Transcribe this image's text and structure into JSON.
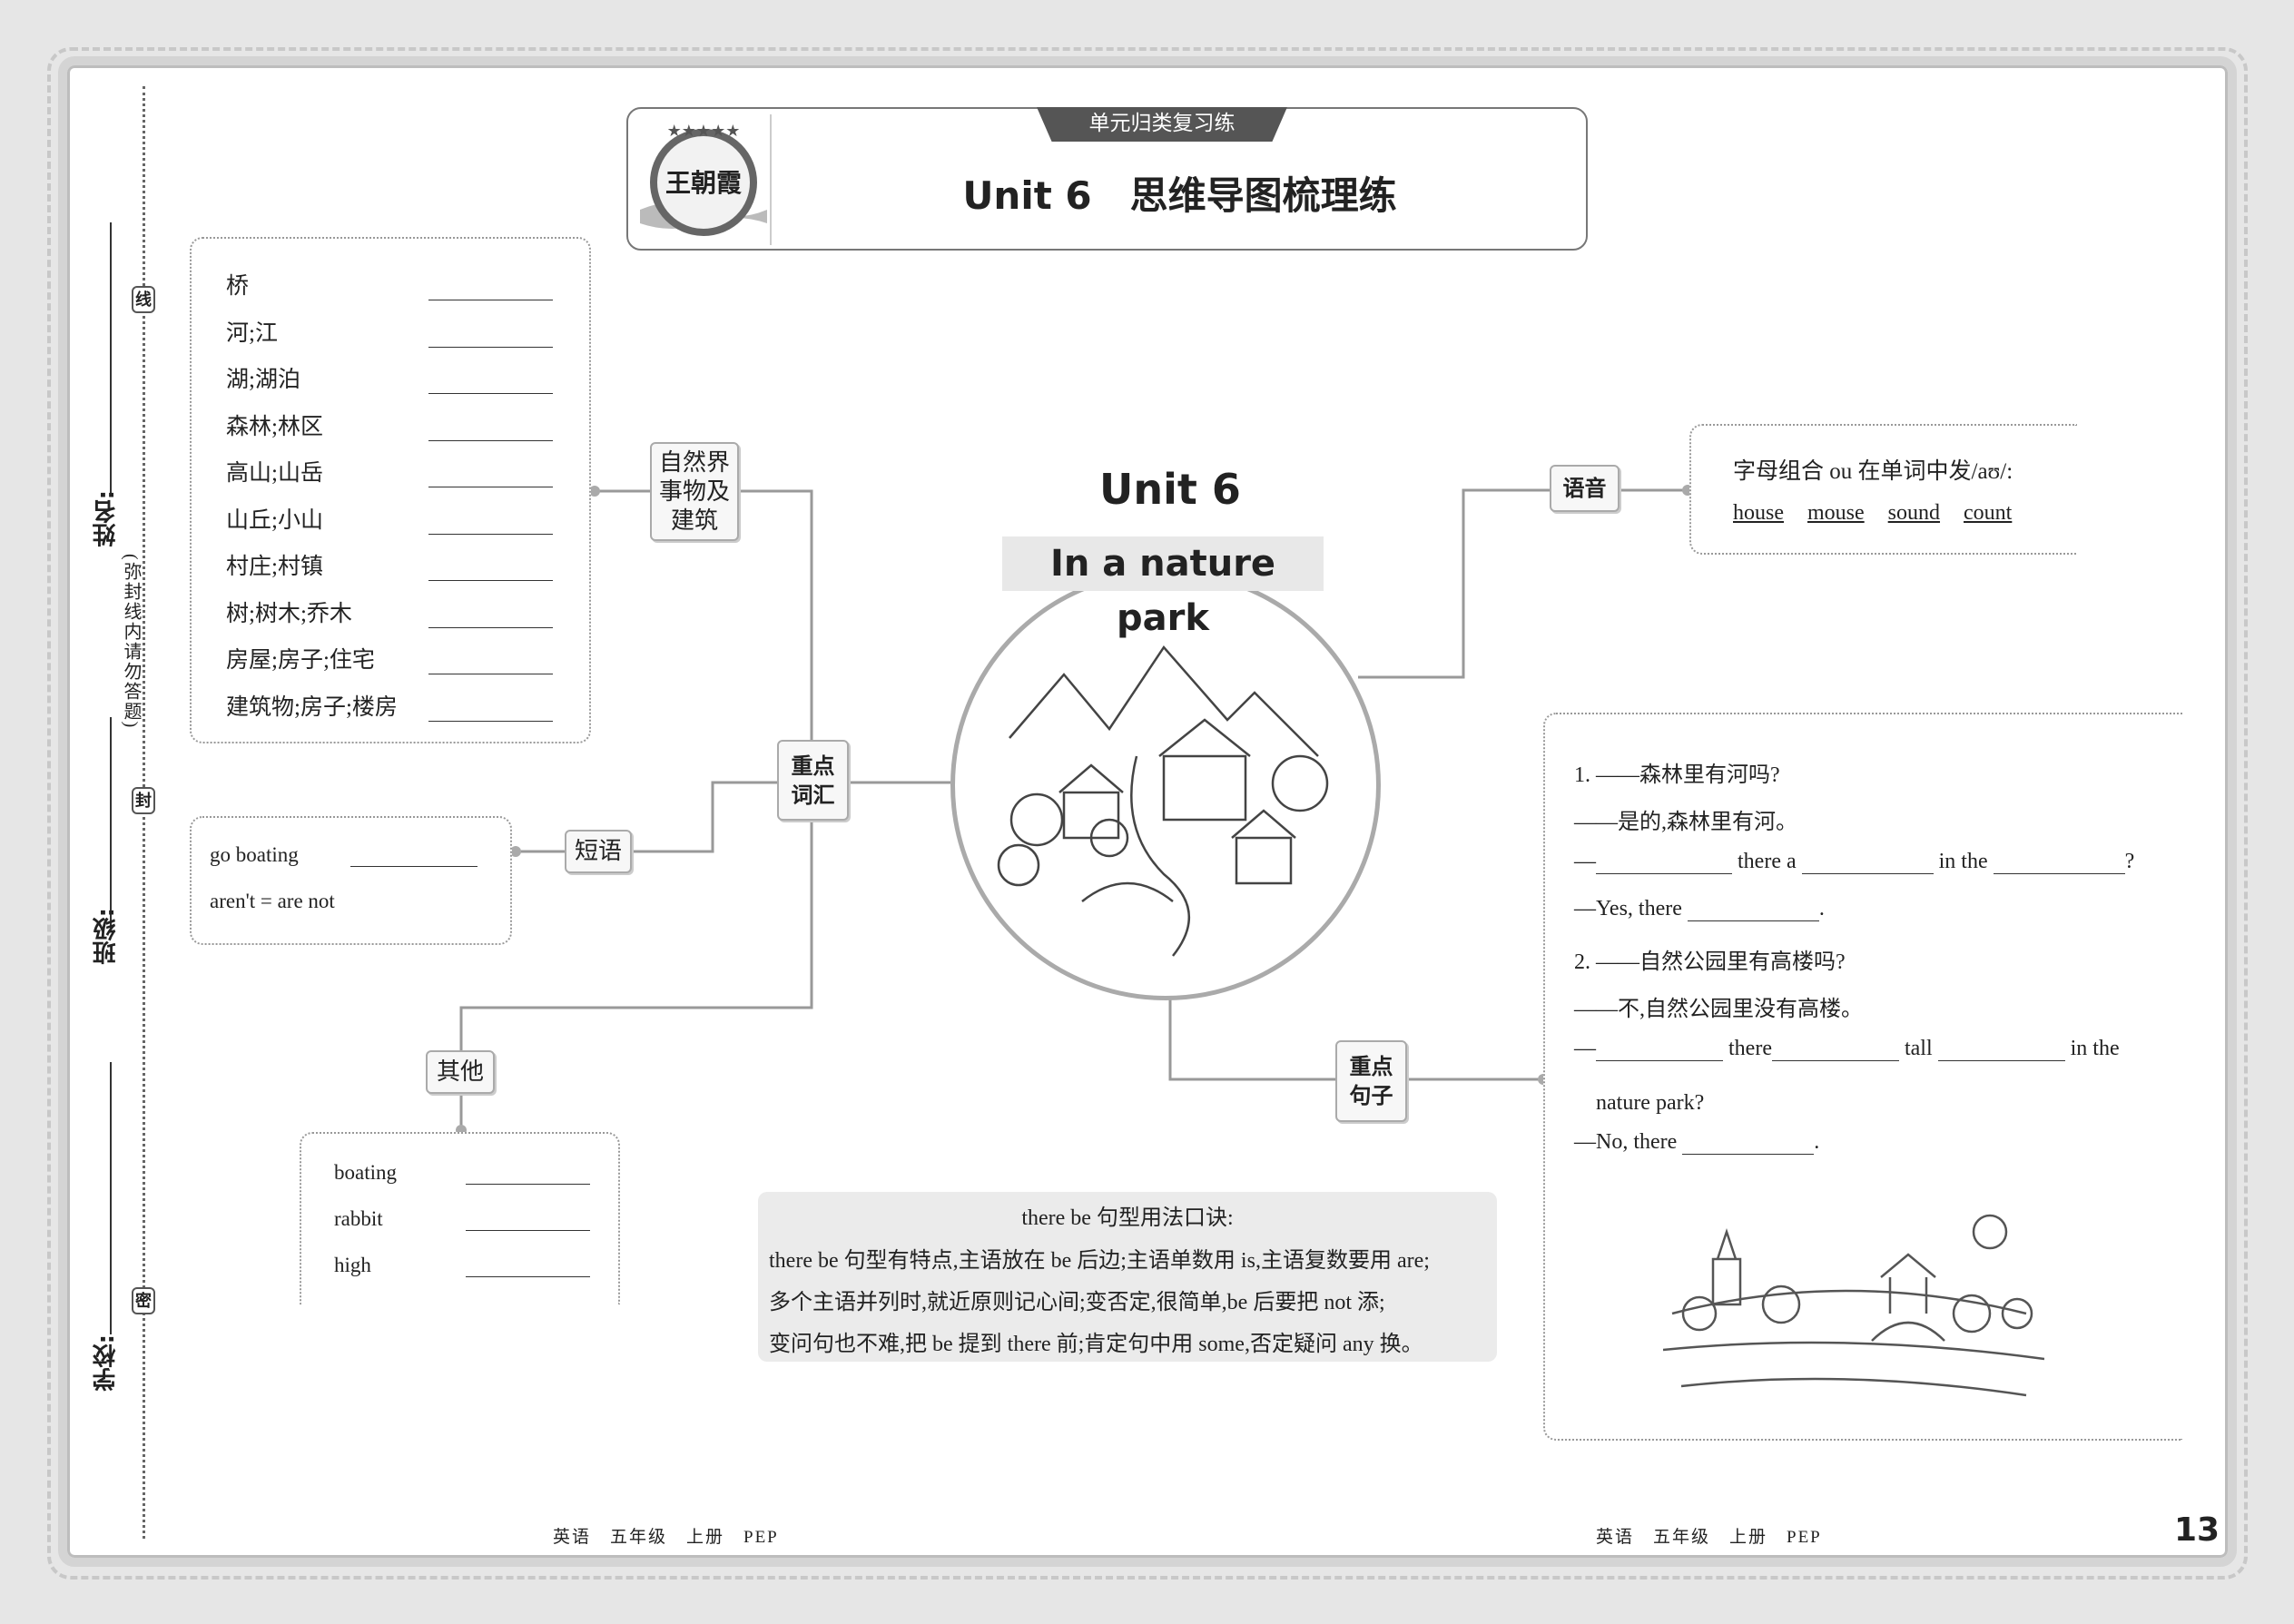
{
  "binding": {
    "name_label": "姓名:",
    "class_label": "班级:",
    "school_label": "学校:",
    "seal_1": "线",
    "seal_2": "封",
    "seal_3": "密",
    "notice": "(弥封线内请勿答题)"
  },
  "header": {
    "tag": "单元归类复习练",
    "title": "Unit 6　思维导图梳理练",
    "logo_text": "王朝霞"
  },
  "center": {
    "unit": "Unit 6",
    "subtitle": "In a nature park"
  },
  "nodes": {
    "nature": "自然界事物及建筑",
    "key_vocab": "重点词汇",
    "phrases": "短语",
    "others": "其他",
    "phonics": "语音",
    "key_sentences": "重点句子"
  },
  "vocab": [
    "桥",
    "河;江",
    "湖;湖泊",
    "森林;林区",
    "高山;山岳",
    "山丘;小山",
    "村庄;村镇",
    "树;树木;乔木",
    "房屋;房子;住宅",
    "建筑物;房子;楼房"
  ],
  "phrases": [
    "go boating",
    "aren't = are not"
  ],
  "others": [
    "boating",
    "rabbit",
    "high"
  ],
  "phonics": {
    "rule": "字母组合 ou 在单词中发/aʊ/:",
    "words": [
      "house",
      "mouse",
      "sound",
      "count"
    ]
  },
  "sentences": [
    [
      "1. ——森林里有河吗?"
    ],
    [
      "——是的,森林里有河。"
    ],
    [
      "—",
      {
        "b": 150
      },
      " there a ",
      {
        "b": 145
      },
      " in the ",
      {
        "b": 145
      },
      "?"
    ],
    [
      "—Yes, there ",
      {
        "b": 145
      },
      "."
    ],
    [
      "2. ——自然公园里有高楼吗?"
    ],
    [
      "——不,自然公园里没有高楼。"
    ],
    [
      "—",
      {
        "b": 140
      },
      " there",
      {
        "b": 140
      },
      " tall ",
      {
        "b": 140
      },
      " in the"
    ],
    [
      "　nature park?"
    ],
    [
      "—No, there ",
      {
        "b": 145
      },
      "."
    ]
  ],
  "tip": {
    "title": "there be 句型用法口诀:",
    "lines": [
      "there be 句型有特点,主语放在 be 后边;主语单数用 is,主语复数要用 are;",
      "多个主语并列时,就近原则记心间;变否定,很简单,be 后要把 not 添;",
      "变问句也不难,把 be 提到 there 前;肯定句中用 some,否定疑问 any 换。"
    ]
  },
  "footer": {
    "left": "英语　五年级　上册　PEP",
    "right": "英语　五年级　上册　PEP",
    "page": "13"
  }
}
